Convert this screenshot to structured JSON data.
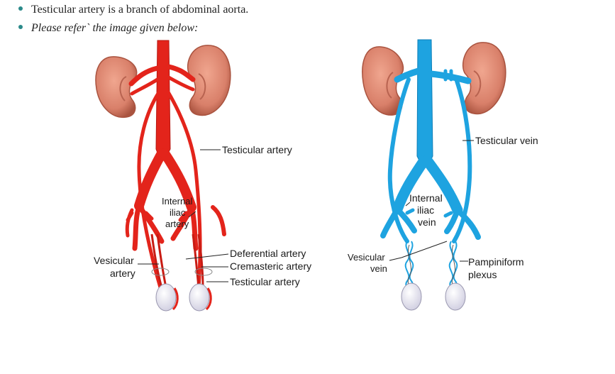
{
  "bullets": [
    {
      "text": "Testicular artery is a branch of abdominal aorta."
    },
    {
      "text": "Please refer` the image given below:"
    }
  ],
  "arterial_diagram": {
    "labels": {
      "testicular_artery_top": "Testicular artery",
      "internal_iliac_1": "Internal",
      "internal_iliac_2": "iliac",
      "internal_iliac_3": "artery",
      "vesicular_1": "Vesicular",
      "vesicular_2": "artery",
      "deferential": "Deferential artery",
      "cremasteric": "Cremasteric artery",
      "testicular_artery_bottom": "Testicular artery"
    }
  },
  "venous_diagram": {
    "labels": {
      "testicular_vein": "Testicular vein",
      "internal_iliac_1": "Internal",
      "internal_iliac_2": "iliac",
      "internal_iliac_3": "vein",
      "vesicular_1": "Vesicular",
      "vesicular_2": "vein",
      "pampiniform_1": "Pampiniform",
      "pampiniform_2": "plexus"
    }
  },
  "colors": {
    "artery": "#e3241b",
    "artery_dark": "#b51812",
    "vein": "#1ea3e0",
    "vein_dark": "#0f7fb8",
    "kidney": "#d9806a",
    "kidney_dark": "#a9533f",
    "testis": "#ecebf4",
    "bullet_dot": "#2b8a8a"
  }
}
